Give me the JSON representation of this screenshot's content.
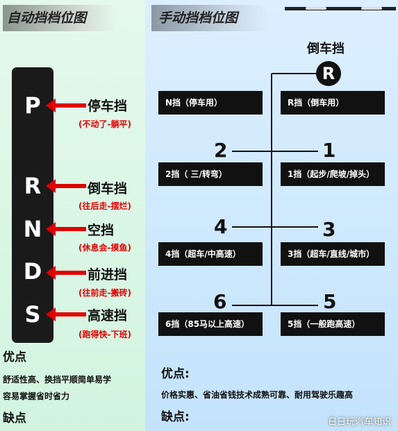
{
  "automatic": {
    "title": "自动挡档位图",
    "gears": [
      {
        "letter": "P",
        "name": "停车挡",
        "note": "(不动了-躺平)"
      },
      {
        "letter": "R",
        "name": "倒车挡",
        "note": "(往后走-摆烂)"
      },
      {
        "letter": "N",
        "name": "空挡",
        "note": "(休息会-摸鱼)"
      },
      {
        "letter": "D",
        "name": "前进挡",
        "note": "(往前走-搬砖)"
      },
      {
        "letter": "S",
        "name": "高速挡",
        "note": "(跑得快-下班)"
      }
    ],
    "pros_heading": "优点",
    "pros_line1": "舒适性高、换挡平顺简单易学",
    "pros_line2": "容易掌握省时省力",
    "cons_heading": "缺点"
  },
  "manual": {
    "title": "手动挡档位图",
    "reverse_label": "倒车挡",
    "reverse_letter": "R",
    "numbers": [
      "1",
      "2",
      "3",
      "4",
      "5",
      "6"
    ],
    "boxes": {
      "n": "N挡（停车用）",
      "r": "R挡（倒车用）",
      "g2": "2挡（    三/转弯）",
      "g1": "1挡（起步/爬坡/掉头）",
      "g4": "4挡（超车/中高速）",
      "g3": "3挡（超车/直线/城市）",
      "g6": "6挡（85马以上高速）",
      "g5": "5挡（一般跑高速）"
    },
    "pros_heading": "优点:",
    "pros_line": "价格实惠、省油省钱技术成熟可靠、耐用驾驶乐趣高",
    "cons_heading": "缺点:"
  },
  "watermark": "日日玩汽车知识",
  "colors": {
    "arrow": "#e00000",
    "note": "#e00000",
    "left_bg": "#d9f6e4",
    "right_bg": "#cde8fc"
  }
}
